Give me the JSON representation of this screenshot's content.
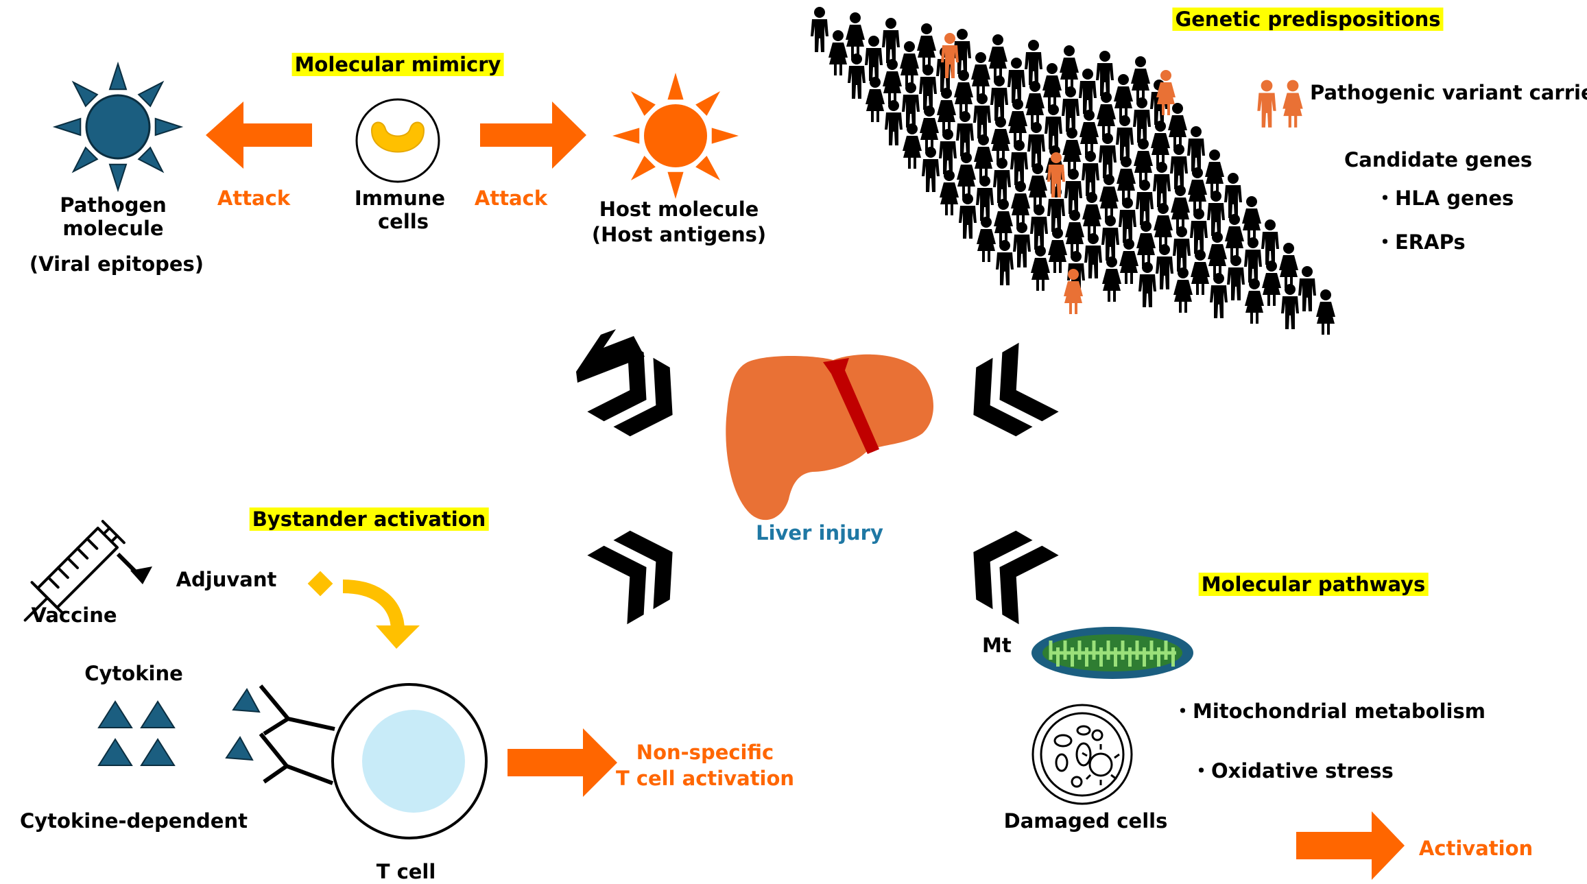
{
  "molecular_mimicry": {
    "title": "Molecular mimicry",
    "pathogen_line1": "Pathogen",
    "pathogen_line2": "molecule",
    "pathogen_sub": "(Viral epitopes)",
    "attack_left": "Attack",
    "immune_line1": "Immune",
    "immune_line2": "cells",
    "attack_right": "Attack",
    "host_line1": "Host molecule",
    "host_line2": "(Host antigens)"
  },
  "genetic": {
    "title": "Genetic predispositions",
    "carriers": "Pathogenic variant carriers",
    "candidate": "Candidate genes",
    "gene1": "・HLA genes",
    "gene2": "・ERAPs"
  },
  "center": {
    "label": "Liver injury"
  },
  "bystander": {
    "title": "Bystander activation",
    "vaccine": "Vaccine",
    "adjuvant": "Adjuvant",
    "cytokine": "Cytokine",
    "cytokine_dependent": "Cytokine-dependent",
    "tcell": "T cell",
    "nonspecific_line1": "Non-specific",
    "nonspecific_line2": "T cell activation"
  },
  "pathways": {
    "title": "Molecular pathways",
    "mt": "Mt",
    "mito_metabolism": "・Mitochondrial metabolism",
    "oxidative": "・Oxidative stress",
    "damaged": "Damaged cells",
    "activation": "Activation"
  },
  "colors": {
    "orange": "#ff6600",
    "dark_blue": "#1b5e80",
    "liver": "#e97135",
    "liver_vessel": "#c00000",
    "highlight": "#ffff00",
    "mito_green": "#2e7d32",
    "light_blue": "#c8ebf8",
    "gold": "#ffc000"
  }
}
